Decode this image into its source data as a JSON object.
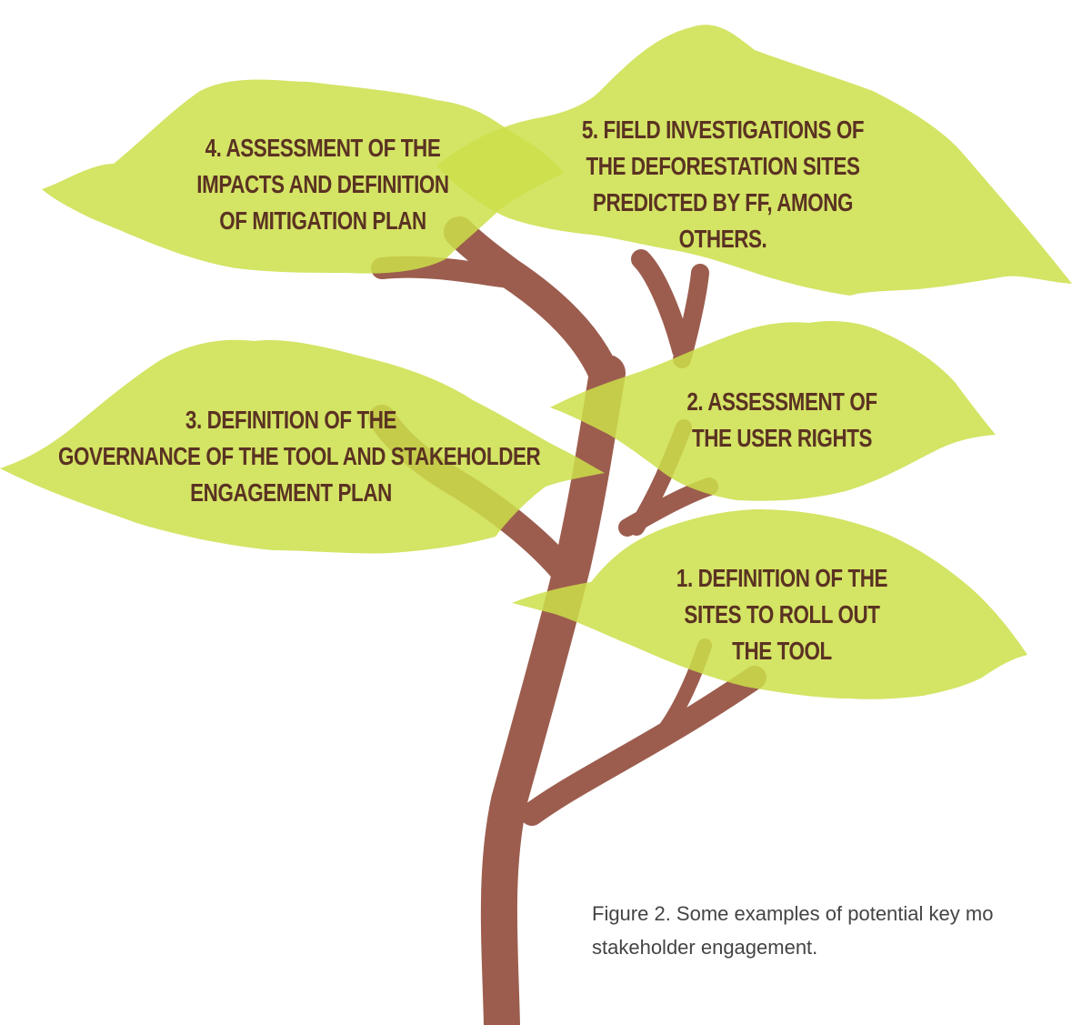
{
  "colors": {
    "leaf": "#cddf4a",
    "trunk": "#9c5d4e",
    "label_text": "#5a3222",
    "caption_text": "#444444"
  },
  "steps": [
    {
      "id": "4",
      "lines": [
        "4. ASSESSMENT OF THE",
        "IMPACTS AND DEFINITION",
        "OF MITIGATION PLAN"
      ]
    },
    {
      "id": "5",
      "lines": [
        "5. FIELD INVESTIGATIONS OF",
        "THE DEFORESTATION SITES",
        "PREDICTED BY FF, AMONG",
        "OTHERS."
      ]
    },
    {
      "id": "3",
      "lines": [
        "3. DEFINITION OF THE",
        "GOVERNANCE OF THE TOOL AND STAKEHOLDER",
        "ENGAGEMENT PLAN"
      ]
    },
    {
      "id": "2",
      "lines": [
        "2. ASSESSMENT OF",
        "THE USER RIGHTS"
      ]
    },
    {
      "id": "1",
      "lines": [
        "1. DEFINITION OF THE",
        "SITES TO ROLL OUT",
        "THE TOOL"
      ]
    }
  ],
  "caption": {
    "lines": [
      "Figure 2. Some examples of potential key mo",
      "stakeholder engagement."
    ]
  }
}
